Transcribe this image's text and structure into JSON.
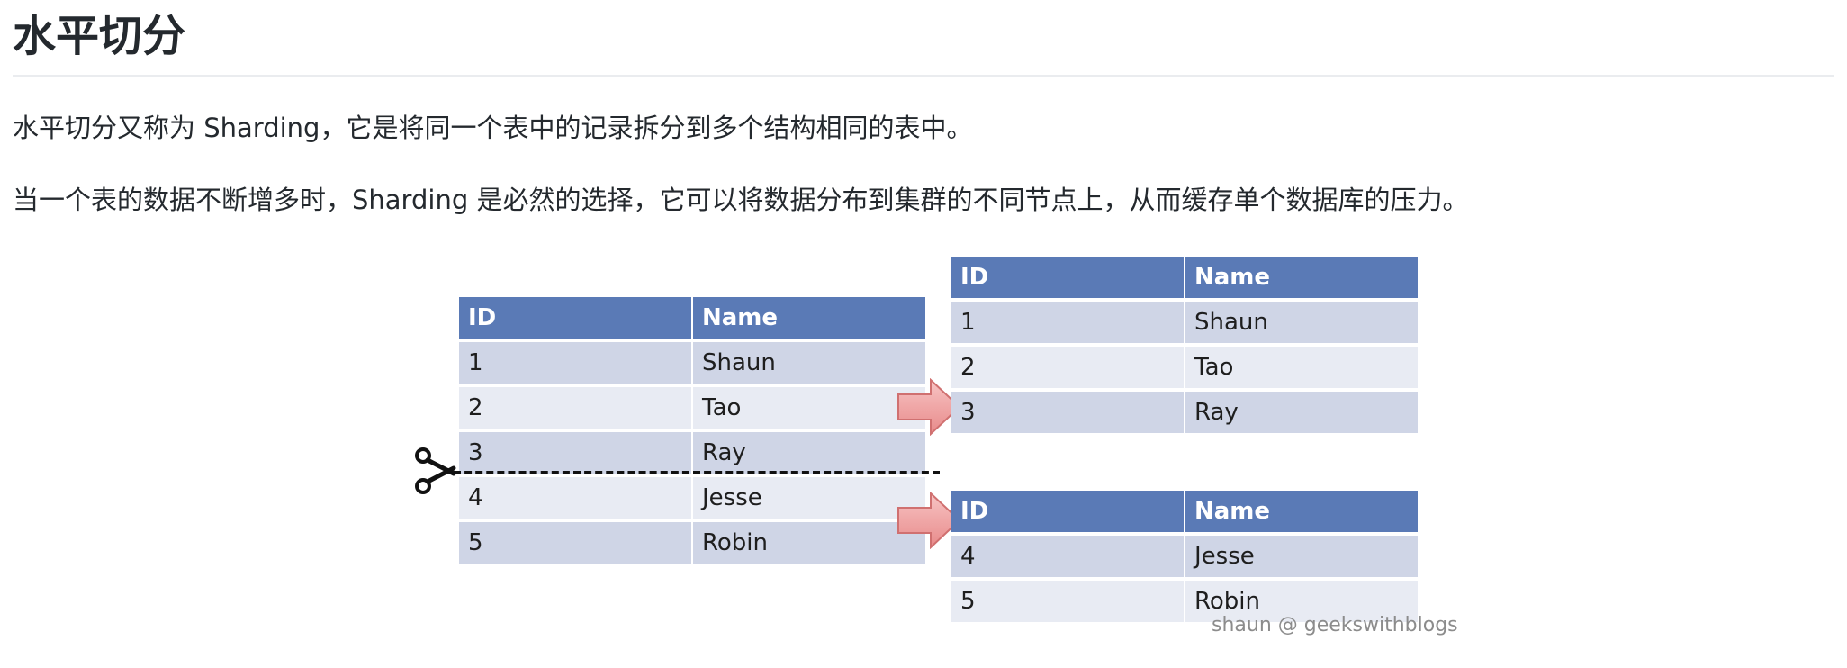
{
  "heading": "水平切分",
  "paragraphs": [
    "水平切分又称为 Sharding，它是将同一个表中的记录拆分到多个结构相同的表中。",
    "当一个表的数据不断增多时，Sharding 是必然的选择，它可以将数据分布到集群的不同节点上，从而缓存单个数据库的压力。"
  ],
  "figure": {
    "columns": [
      "ID",
      "Name"
    ],
    "source_table": [
      {
        "id": "1",
        "name": "Shaun"
      },
      {
        "id": "2",
        "name": "Tao"
      },
      {
        "id": "3",
        "name": "Ray"
      },
      {
        "id": "4",
        "name": "Jesse"
      },
      {
        "id": "5",
        "name": "Robin"
      }
    ],
    "shard_1": [
      {
        "id": "1",
        "name": "Shaun"
      },
      {
        "id": "2",
        "name": "Tao"
      },
      {
        "id": "3",
        "name": "Ray"
      }
    ],
    "shard_2": [
      {
        "id": "4",
        "name": "Jesse"
      },
      {
        "id": "5",
        "name": "Robin"
      }
    ],
    "watermark": "shaun @ geekswithblogs",
    "colors": {
      "header": "#5a7ab6",
      "row_dark": "#cfd5e6",
      "row_light": "#e8ebf3",
      "arrow": "#f0a0a0"
    },
    "icons": [
      "scissors-icon",
      "arrow-right-icon"
    ]
  }
}
